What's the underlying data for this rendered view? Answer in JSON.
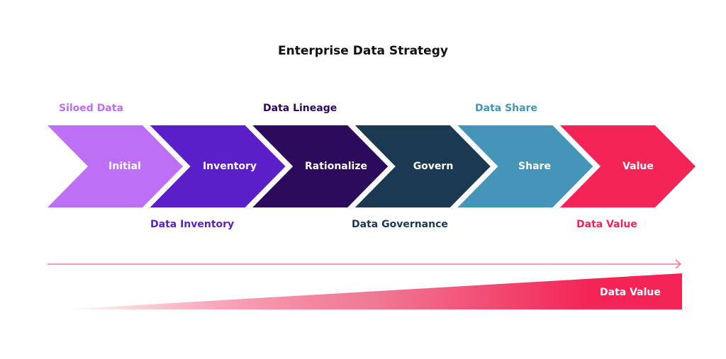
{
  "title": "Enterprise Data Strategy",
  "steps": [
    {
      "label": "Initial",
      "color": "#BD6FF5"
    },
    {
      "label": "Inventory",
      "color": "#5A1FC8"
    },
    {
      "label": "Rationalize",
      "color": "#2C0B5C"
    },
    {
      "label": "Govern",
      "color": "#1B3A52"
    },
    {
      "label": "Share",
      "color": "#4495B8"
    },
    {
      "label": "Value",
      "color": "#F42456"
    }
  ],
  "top_labels": [
    "Siloed Data",
    "Data Lineage",
    "Data Share"
  ],
  "bottom_labels": [
    "Data Inventory",
    "Data Governance",
    "Data Value"
  ],
  "value_bar_label": "Data Value"
}
